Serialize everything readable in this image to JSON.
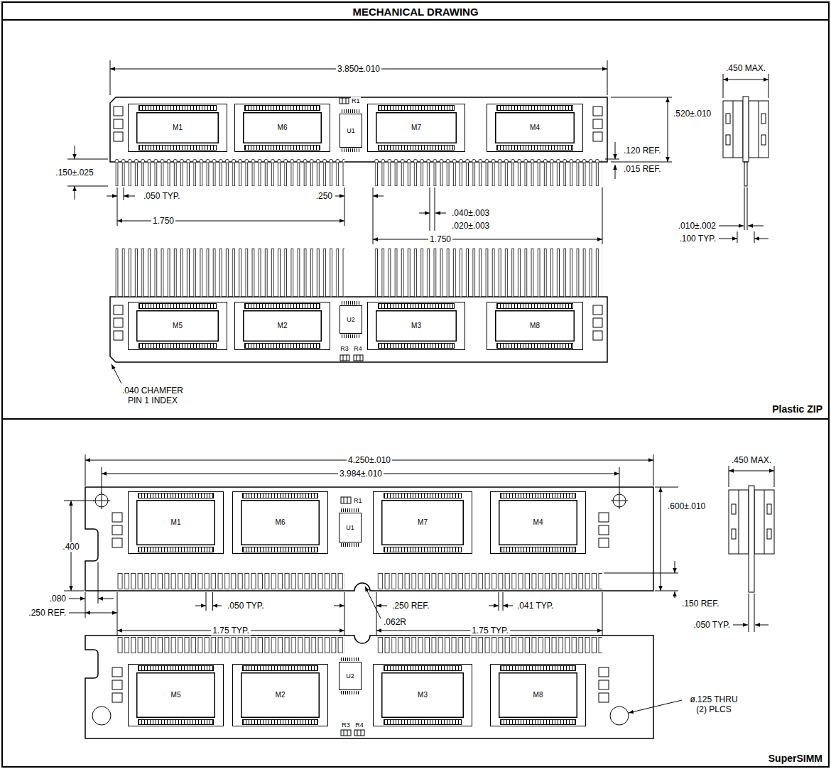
{
  "diagram": {
    "title": "MECHANICAL DRAWING",
    "nodes": [
      {
        "text": [
          "M1"
        ]
      },
      {
        "text": [
          "M6"
        ]
      },
      {
        "text": [
          "U1"
        ]
      },
      {
        "text": [
          "M7"
        ]
      },
      {
        "text": [
          "M4"
        ]
      },
      {
        "text": [
          "M5"
        ]
      },
      {
        "text": [
          "M2"
        ]
      },
      {
        "text": [
          "U2"
        ]
      },
      {
        "text": [
          "M3"
        ]
      },
      {
        "text": [
          "M8"
        ]
      },
      {
        "text": [
          "M1"
        ]
      },
      {
        "text": [
          "M6"
        ]
      },
      {
        "text": [
          "U1"
        ]
      },
      {
        "text": [
          "M7"
        ]
      },
      {
        "text": [
          "M4"
        ]
      },
      {
        "text": [
          "M5"
        ]
      },
      {
        "text": [
          "M2"
        ]
      },
      {
        "text": [
          "U2"
        ]
      },
      {
        "text": [
          "M3"
        ]
      },
      {
        "text": [
          "M8"
        ]
      }
    ],
    "labels": [
      "3.850±.010",
      "R1",
      ".520±.010",
      ".120 REF.",
      ".015 REF.",
      ".150±.025",
      ".050 TYP.",
      ".250",
      ".040±.003",
      ".020±.003",
      "1.750",
      "1.750",
      ".450 MAX.",
      ".010±.002",
      ".100 TYP.",
      "R3",
      "R4",
      ".040 CHAMFER PIN 1 INDEX",
      "Plastic ZIP",
      "4.250±.010",
      "3.984±.010",
      "R1",
      ".600±.010",
      ".400",
      ".080",
      ".250 REF.",
      ".050 TYP.",
      ".250 REF.",
      ".041 TYP.",
      ".062R",
      "1.75 TYP.",
      "1.75 TYP.",
      ".150 REF.",
      ".450 MAX.",
      ".050 TYP.",
      "R3",
      "R4",
      "ø.125 THRU (2) PLCS",
      "SuperSIMM"
    ]
  }
}
